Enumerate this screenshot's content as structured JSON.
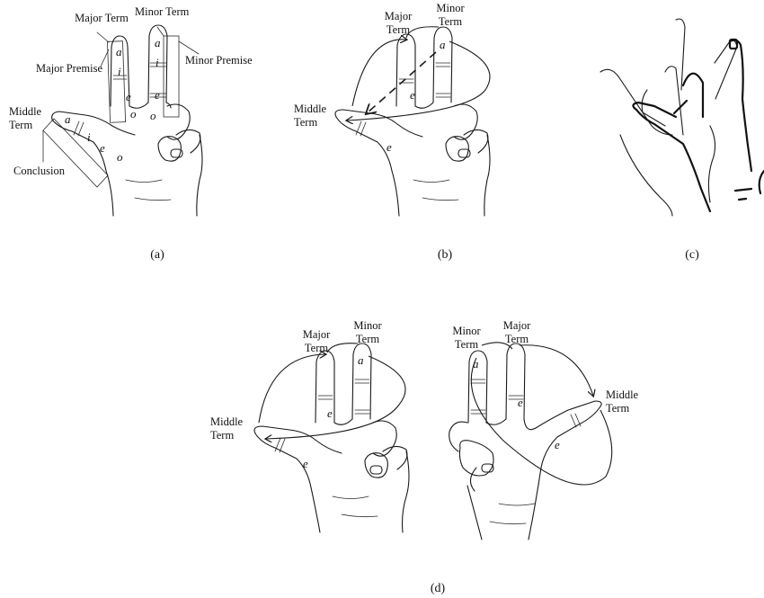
{
  "captions": {
    "a": "(a)",
    "b": "(b)",
    "c": "(c)",
    "d": "(d)"
  },
  "panel_a": {
    "major_term": "Major Term",
    "minor_term": "Minor Term",
    "major_premise": "Major Premise",
    "minor_premise": "Minor Premise",
    "middle_term": "Middle Term",
    "conclusion": "Conclusion",
    "letters": {
      "index": [
        "a",
        "i",
        "e",
        "o"
      ],
      "middle": [
        "a",
        "i",
        "e",
        "o"
      ],
      "thumb": [
        "a",
        "i",
        "e",
        "o"
      ]
    }
  },
  "panel_b": {
    "major_term": "Major Term",
    "minor_term": "Minor Term",
    "middle_term": "Middle Term",
    "letters": {
      "middle": "a",
      "index": "e",
      "thumb": "e"
    }
  },
  "panel_d_left": {
    "major_term": "Major Term",
    "minor_term": "Minor Term",
    "middle_term": "Middle Term",
    "letters": {
      "middle": "a",
      "index": "e",
      "thumb": "e"
    }
  },
  "panel_d_right": {
    "minor_term": "Minor Term",
    "major_term": "Major Term",
    "middle_term": "Middle Term",
    "letters": {
      "middle": "a",
      "index": "e",
      "thumb": "e"
    }
  }
}
